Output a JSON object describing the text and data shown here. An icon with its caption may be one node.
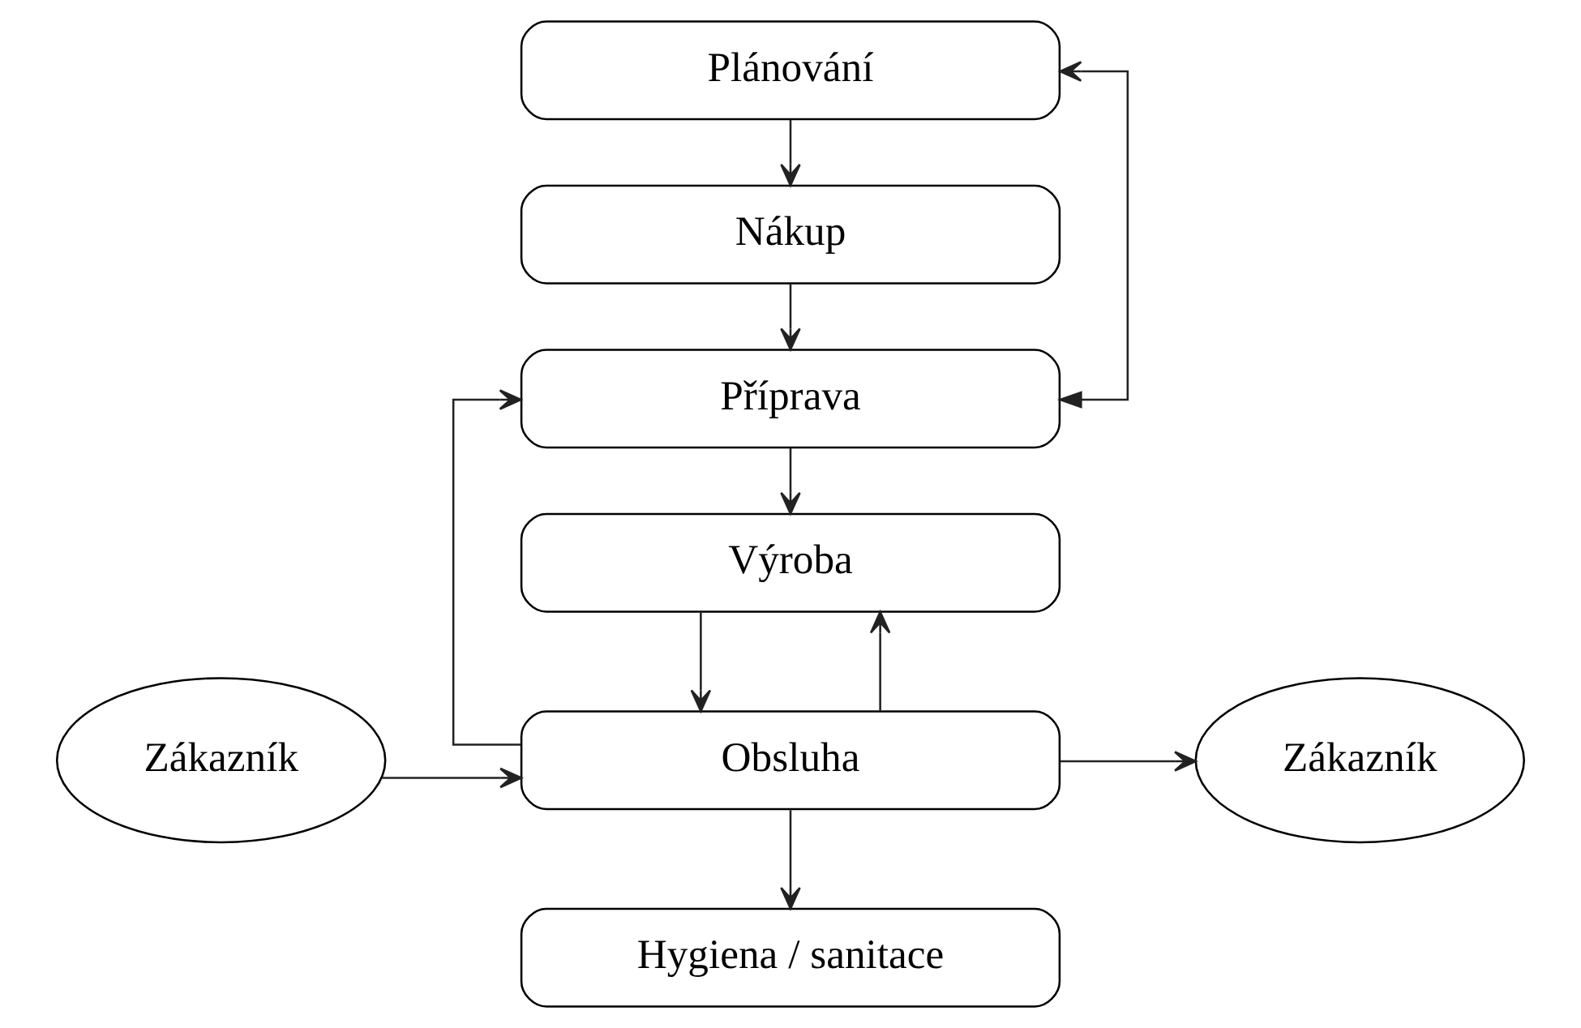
{
  "diagram": {
    "nodes": [
      {
        "text": [
          "Plánování"
        ]
      },
      {
        "text": [
          "Nákup"
        ]
      },
      {
        "text": [
          "Příprava"
        ]
      },
      {
        "text": [
          "Výroba"
        ]
      },
      {
        "text": [
          "Zákazník"
        ]
      },
      {
        "text": [
          "Obsluha"
        ]
      },
      {
        "text": [
          "Zákazník"
        ]
      },
      {
        "text": [
          "Hygiena / sanitace"
        ]
      }
    ],
    "edges": [
      {
        "from": 0,
        "to": 1,
        "arrow": "to"
      },
      {
        "from": 1,
        "to": 2,
        "arrow": "to"
      },
      {
        "from": 2,
        "to": 0,
        "arrow": "both"
      },
      {
        "from": 2,
        "to": 3,
        "arrow": "to"
      },
      {
        "from": 5,
        "to": 2,
        "arrow": "to"
      },
      {
        "from": 5,
        "to": 3,
        "arrow": "to"
      },
      {
        "from": 3,
        "to": 5,
        "arrow": "to"
      },
      {
        "from": 4,
        "to": 5,
        "arrow": "to"
      },
      {
        "from": 5,
        "to": 6,
        "arrow": "to"
      },
      {
        "from": 5,
        "to": 7,
        "arrow": "to"
      }
    ]
  }
}
